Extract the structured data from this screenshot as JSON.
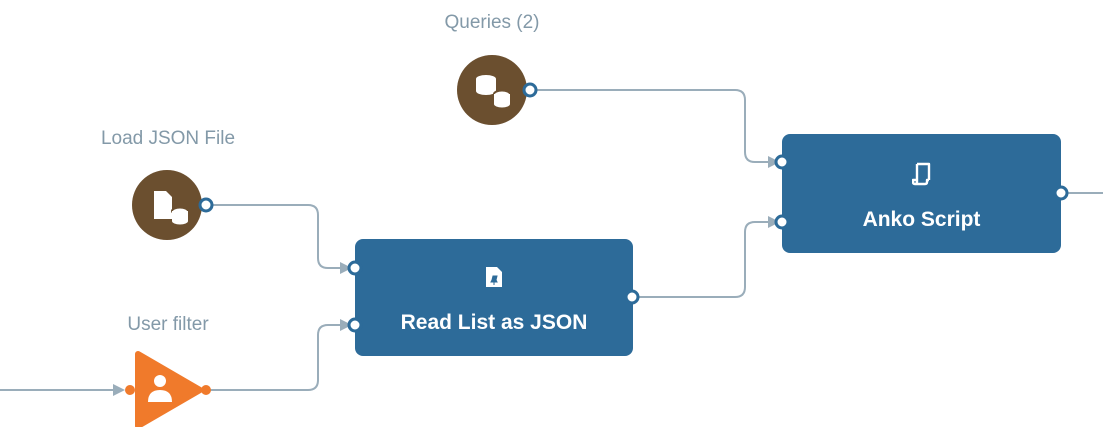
{
  "nodes": {
    "queries": {
      "label": "Queries (2)",
      "icon": "database-stack-icon",
      "color": "#6b4f2f"
    },
    "load_json": {
      "label": "Load JSON File",
      "icon": "file-database-icon",
      "color": "#6b4f2f"
    },
    "user_filter": {
      "label": "User filter",
      "icon": "user-filter-icon",
      "color": "#f07a2b"
    },
    "read_list": {
      "title": "Read List as JSON",
      "icon": "file-pin-icon",
      "color": "#2d6b99"
    },
    "anko_script": {
      "title": "Anko Script",
      "icon": "script-scroll-icon",
      "color": "#2d6b99"
    }
  },
  "edges": [
    {
      "from": "queries",
      "to": "anko_script",
      "port": 1
    },
    {
      "from": "load_json",
      "to": "read_list",
      "port": 1
    },
    {
      "from": "user_filter",
      "to": "read_list",
      "port": 2
    },
    {
      "from": "read_list",
      "to": "anko_script",
      "port": 2
    }
  ],
  "colors": {
    "connector": "#9aadba",
    "port": "#2d6b99",
    "label": "#8399a8"
  }
}
